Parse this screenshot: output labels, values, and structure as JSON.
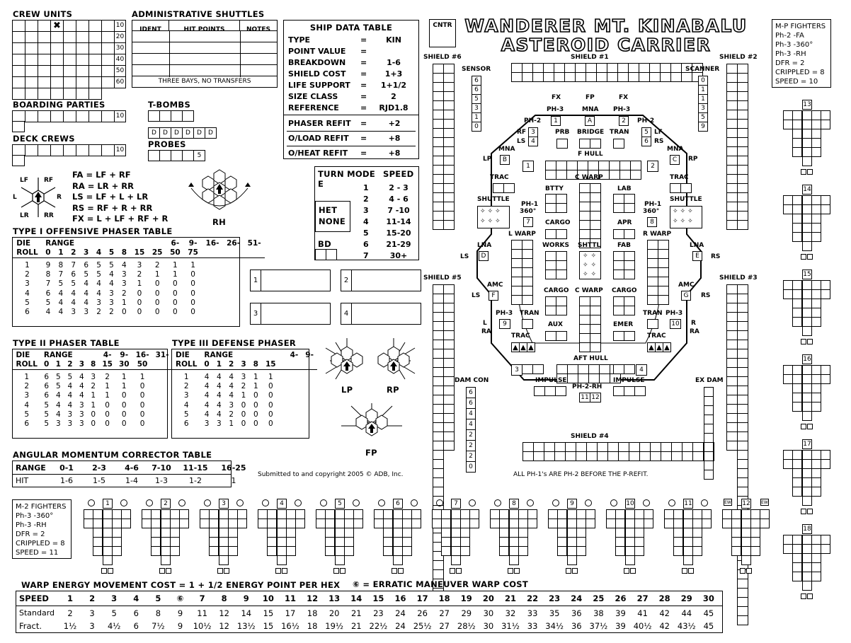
{
  "title": {
    "line1": "WANDERER MT. KINABALU",
    "line2": "ASTEROID CARRIER",
    "cntr": "CNTR"
  },
  "crew": {
    "label": "CREW UNITS",
    "marks": [
      "10",
      "20",
      "30",
      "40",
      "50",
      "60"
    ],
    "x_mark": "✖"
  },
  "shuttles": {
    "label": "ADMINISTRATIVE SHUTTLES",
    "cols": [
      "IDENT",
      "HIT POINTS",
      "NOTES"
    ],
    "note": "THREE BAYS, NO TRANSFERS"
  },
  "boarding": {
    "label": "BOARDING PARTIES",
    "mark": "10"
  },
  "deck": {
    "label": "DECK CREWS",
    "mark": "10"
  },
  "tbombs": {
    "label": "T-BOMBS",
    "d": "D"
  },
  "probes": {
    "label": "PROBES",
    "mark": "5"
  },
  "arc_formulas": [
    "FA = LF + RF",
    "RA = LR + RR",
    "LS = LF + L + LR",
    "RS = RF + R + RR",
    "FX = L + LF + RF + R"
  ],
  "arc_labels": {
    "lf": "LF",
    "rf": "RF",
    "l": "L",
    "r": "R",
    "lr": "LR",
    "rr": "RR",
    "rh": "RH",
    "lp": "LP",
    "rp": "RP",
    "fp": "FP"
  },
  "ship_data": {
    "label": "SHIP DATA TABLE",
    "rows": [
      {
        "k": "TYPE",
        "v": "KIN"
      },
      {
        "k": "POINT VALUE",
        "v": ""
      },
      {
        "k": "BREAKDOWN",
        "v": "1-6"
      },
      {
        "k": "SHIELD COST",
        "v": "1+3"
      },
      {
        "k": "LIFE SUPPORT",
        "v": "1+1/2"
      },
      {
        "k": "SIZE CLASS",
        "v": "2"
      },
      {
        "k": "REFERENCE",
        "v": "RJD1.8"
      }
    ],
    "refits": [
      {
        "k": "PHASER REFIT",
        "v": "+2"
      },
      {
        "k": "O/LOAD REFIT",
        "v": "+8"
      },
      {
        "k": "O/HEAT REFIT",
        "v": "+8"
      }
    ]
  },
  "turn_mode": {
    "hdr1": "TURN MODE",
    "hdr2": "SPEED",
    "mode": "E",
    "het1": "HET",
    "het2": "NONE",
    "bd": "BD",
    "rows": [
      {
        "n": "1",
        "s": "2 - 3"
      },
      {
        "n": "2",
        "s": "4 - 6"
      },
      {
        "n": "3",
        "s": "7 -10"
      },
      {
        "n": "4",
        "s": "11-14"
      },
      {
        "n": "5",
        "s": "15-20"
      },
      {
        "n": "6",
        "s": "21-29"
      },
      {
        "n": "7",
        "s": "30+"
      }
    ]
  },
  "phaser1": {
    "label": "TYPE I OFFENSIVE PHASER TABLE",
    "h1": [
      "DIE",
      "RANGE",
      "",
      "",
      "",
      "",
      "6-",
      "9-",
      "16-",
      "26-",
      "51-"
    ],
    "h2": [
      "ROLL",
      "0",
      "1",
      "2",
      "3",
      "4",
      "5",
      "8",
      "15",
      "25",
      "50",
      "75"
    ],
    "rows": [
      [
        "1",
        "9",
        "8",
        "7",
        "6",
        "5",
        "5",
        "4",
        "3",
        "2",
        "1",
        "1"
      ],
      [
        "2",
        "8",
        "7",
        "6",
        "5",
        "5",
        "4",
        "3",
        "2",
        "1",
        "1",
        "0"
      ],
      [
        "3",
        "7",
        "5",
        "5",
        "4",
        "4",
        "4",
        "3",
        "1",
        "0",
        "0",
        "0"
      ],
      [
        "4",
        "6",
        "4",
        "4",
        "4",
        "4",
        "3",
        "2",
        "0",
        "0",
        "0",
        "0"
      ],
      [
        "5",
        "5",
        "4",
        "4",
        "4",
        "3",
        "3",
        "1",
        "0",
        "0",
        "0",
        "0"
      ],
      [
        "6",
        "4",
        "4",
        "3",
        "3",
        "2",
        "2",
        "0",
        "0",
        "0",
        "0",
        "0"
      ]
    ]
  },
  "phaser2": {
    "label": "TYPE II PHASER TABLE",
    "h1": [
      "DIE",
      "RANGE",
      "",
      "",
      "4-",
      "9-",
      "16-",
      "31-"
    ],
    "h2": [
      "ROLL",
      "0",
      "1",
      "2",
      "3",
      "8",
      "15",
      "30",
      "50"
    ],
    "rows": [
      [
        "1",
        "6",
        "5",
        "5",
        "4",
        "3",
        "2",
        "1",
        "1"
      ],
      [
        "2",
        "6",
        "5",
        "4",
        "4",
        "2",
        "1",
        "1",
        "0"
      ],
      [
        "3",
        "6",
        "4",
        "4",
        "4",
        "1",
        "1",
        "0",
        "0"
      ],
      [
        "4",
        "5",
        "4",
        "4",
        "3",
        "1",
        "0",
        "0",
        "0"
      ],
      [
        "5",
        "5",
        "4",
        "3",
        "3",
        "0",
        "0",
        "0",
        "0"
      ],
      [
        "6",
        "5",
        "3",
        "3",
        "3",
        "0",
        "0",
        "0",
        "0"
      ]
    ]
  },
  "phaser3": {
    "label": "TYPE III DEFENSE PHASER",
    "h1": [
      "DIE",
      "RANGE",
      "",
      "",
      "",
      "4-",
      "9-"
    ],
    "h2": [
      "ROLL",
      "0",
      "1",
      "2",
      "3",
      "8",
      "15"
    ],
    "rows": [
      [
        "1",
        "4",
        "4",
        "4",
        "3",
        "1",
        "1"
      ],
      [
        "2",
        "4",
        "4",
        "4",
        "2",
        "1",
        "0"
      ],
      [
        "3",
        "4",
        "4",
        "4",
        "1",
        "0",
        "0"
      ],
      [
        "4",
        "4",
        "4",
        "3",
        "0",
        "0",
        "0"
      ],
      [
        "5",
        "4",
        "4",
        "2",
        "0",
        "0",
        "0"
      ],
      [
        "6",
        "3",
        "3",
        "1",
        "0",
        "0",
        "0"
      ]
    ]
  },
  "amc": {
    "label": "ANGULAR MOMENTUM CORRECTOR TABLE",
    "ranges": [
      "RANGE",
      "0-1",
      "2-3",
      "4-6",
      "7-10",
      "11-15",
      "16-25"
    ],
    "hits": [
      "HIT",
      "1-6",
      "1-5",
      "1-4",
      "1-3",
      "1-2",
      "1"
    ]
  },
  "boxes_mid": [
    "1",
    "2",
    "3",
    "4"
  ],
  "copyright": "Submitted to and copyright 2005 © ADB, Inc.",
  "refit_note": "ALL PH-1's ARE PH-2 BEFORE THE P-REFIT.",
  "mp_fighters": [
    "M-P FIGHTERS",
    "Ph-2 -FA",
    "Ph-3 -360°",
    "Ph-3 -RH",
    "DFR = 2",
    "CRIPPLED = 8",
    "SPEED = 10"
  ],
  "m2_fighters": [
    "M-2 FIGHTERS",
    "Ph-3 -360°",
    "Ph-3 -RH",
    "DFR = 2",
    "CRIPPLED = 8",
    "SPEED = 11"
  ],
  "fighters_bottom": [
    "1",
    "2",
    "3",
    "4",
    "5",
    "6",
    "7",
    "8",
    "9",
    "10",
    "11",
    "12"
  ],
  "fighters_right": [
    "13",
    "14",
    "15",
    "16",
    "17",
    "18"
  ],
  "ew": "EW",
  "ssd": {
    "shield1": "SHIELD #1",
    "shield2": "SHIELD #2",
    "shield3": "SHIELD #3",
    "shield4": "SHIELD #4",
    "shield5": "SHIELD #5",
    "shield6": "SHIELD #6",
    "sensor": "SENSOR",
    "sensor_vals": [
      "6",
      "6",
      "5",
      "3",
      "1",
      "0"
    ],
    "scanner": "SCANNER",
    "scanner_vals": [
      "0",
      "1",
      "1",
      "3",
      "5",
      "9"
    ],
    "damcon": "DAM CON",
    "damcon_vals": [
      "6",
      "6",
      "4",
      "4",
      "2",
      "2",
      "2",
      "0"
    ],
    "exdam": "EX DAM",
    "fx": "FX",
    "fp": "FP",
    "ph3": "PH-3",
    "ph2": "PH-2",
    "mna": "MNA",
    "a": "A",
    "w1": "1",
    "w2": "2",
    "w3": "3",
    "w4": "4",
    "w5": "5",
    "w6": "6",
    "w7": "7",
    "w8": "8",
    "w9": "9",
    "w10": "10",
    "w11": "11",
    "w12": "12",
    "prb": "PRB",
    "bridge": "BRIDGE",
    "tran": "TRAN",
    "rf": "RF",
    "ls": "LS",
    "lf": "LF",
    "rs": "RS",
    "b": "B",
    "c": "C",
    "d": "D",
    "e": "E",
    "f": "F",
    "g": "G",
    "lp": "LP",
    "rp": "RP",
    "fhull": "F HULL",
    "cwarp": "C WARP",
    "trac": "TRAC",
    "btty": "BTTY",
    "lab": "LAB",
    "shuttle": "SHUTTLE",
    "ph1": "PH-1",
    "deg360": "360°",
    "cargo": "CARGO",
    "apr": "APR",
    "lwarp": "L WARP",
    "rwarp": "R WARP",
    "lna": "LNA",
    "works": "WORKS",
    "shttl": "SHTTL",
    "fab": "FAB",
    "amc": "AMC",
    "l": "L",
    "r": "R",
    "ra": "RA",
    "aux": "AUX",
    "emer": "EMER",
    "afthull": "AFT HULL",
    "impulse": "IMPULSE",
    "ph2rh": "PH-2-RH"
  },
  "warp": {
    "label": "WARP ENERGY MOVEMENT COST = 1 + 1/2 ENERGY POINT PER HEX",
    "erratic": "⑥ = ERRATIC MANEUVER WARP COST",
    "speed": [
      "SPEED",
      "1",
      "2",
      "3",
      "4",
      "5",
      "⑥",
      "7",
      "8",
      "9",
      "10",
      "11",
      "12",
      "13",
      "14",
      "15",
      "16",
      "17",
      "18",
      "19",
      "20",
      "21",
      "22",
      "23",
      "24",
      "25",
      "26",
      "27",
      "28",
      "29",
      "30"
    ],
    "standard": [
      "Standard",
      "2",
      "3",
      "5",
      "6",
      "8",
      "9",
      "11",
      "12",
      "14",
      "15",
      "17",
      "18",
      "20",
      "21",
      "23",
      "24",
      "26",
      "27",
      "29",
      "30",
      "32",
      "33",
      "35",
      "36",
      "38",
      "39",
      "41",
      "42",
      "44",
      "45"
    ],
    "fract": [
      "Fract.",
      "1½",
      "3",
      "4½",
      "6",
      "7½",
      "9",
      "10½",
      "12",
      "13½",
      "15",
      "16½",
      "18",
      "19½",
      "21",
      "22½",
      "24",
      "25½",
      "27",
      "28½",
      "30",
      "31½",
      "33",
      "34½",
      "36",
      "37½",
      "39",
      "40½",
      "42",
      "43½",
      "45"
    ]
  }
}
